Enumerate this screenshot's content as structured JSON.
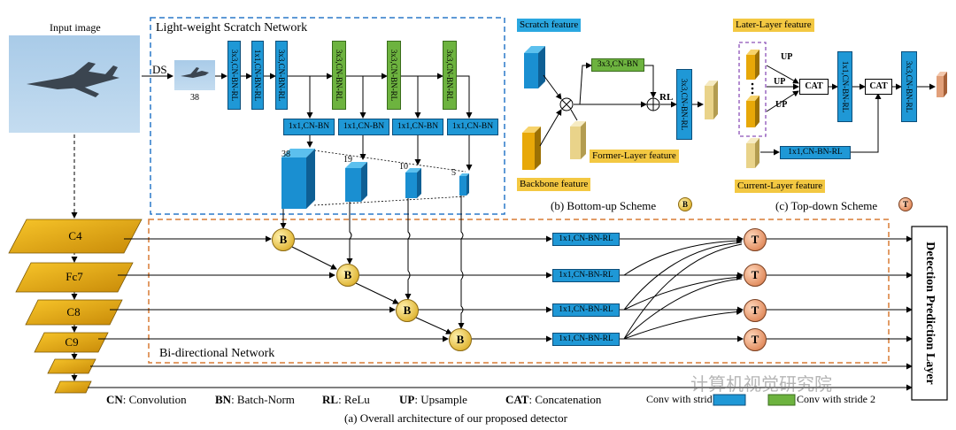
{
  "input_image": {
    "title": "Input image"
  },
  "ds_label": "DS",
  "thumb_size": "38",
  "scratch_network": {
    "title": "Light-weight Scratch Network",
    "convs": [
      {
        "text": "3x3,CN-BN-RL",
        "kind": "blue"
      },
      {
        "text": "1x1,CN-BN-RL",
        "kind": "blue"
      },
      {
        "text": "3x3,CN-BN-RL",
        "kind": "blue"
      },
      {
        "text": "3x3,CN-BN-RL",
        "kind": "green"
      },
      {
        "text": "3x3,CN-BN-RL",
        "kind": "green"
      },
      {
        "text": "3x3,CN-BN-RL",
        "kind": "green"
      }
    ],
    "heads": [
      "1x1,CN-BN",
      "1x1,CN-BN",
      "1x1,CN-BN",
      "1x1,CN-BN"
    ],
    "sizes": [
      "38",
      "19",
      "10",
      "5"
    ]
  },
  "backbone": [
    "C4",
    "Fc7",
    "C8",
    "C9"
  ],
  "bidirectional": {
    "title": "Bi-directional Network",
    "b_label": "B",
    "t_label": "T",
    "reduce_conv": "1x1,CN-BN-RL"
  },
  "detection_label": "Detection Prediction Layer",
  "bottom_up": {
    "scratch_feature": "Scratch feature",
    "conv_top": "3x3,CN-BN",
    "rl": "RL",
    "conv_right": "3x3,CN-BN-RL",
    "former_feature": "Former-Layer feature",
    "backbone_feature": "Backbone feature",
    "caption": "(b) Bottom-up Scheme",
    "badge": "B"
  },
  "top_down": {
    "later_feature": "Later-Layer feature",
    "up": [
      "UP",
      "UP",
      "UP"
    ],
    "cat": [
      "CAT",
      "CAT"
    ],
    "conv_mid": "1x1,CN-BN-RL",
    "conv_right": "3x3,CN-BN-RL",
    "conv_current": "1x1,CN-BN-RL",
    "current_feature": "Current-Layer feature",
    "caption": "(c) Top-down Scheme",
    "badge": "T"
  },
  "legend": {
    "items": [
      {
        "key": "CN",
        "value": ": Convolution"
      },
      {
        "key": "BN",
        "value": ": Batch-Norm"
      },
      {
        "key": "RL",
        "value": ": ReLu"
      },
      {
        "key": "UP",
        "value": ": Upsample"
      },
      {
        "key": "CAT",
        "value": ": Concatenation"
      }
    ],
    "stride1": "Conv with stride 1",
    "stride2": "Conv with stride 2"
  },
  "watermark": "计算机视觉研究院",
  "caption": "(a) Overall architecture of our proposed detector",
  "colors": {
    "blue": "#1f98d6",
    "green": "#6db33f",
    "yellow": "#f3c842",
    "gold": "#e4a90b",
    "orange_dash": "#d97b35",
    "blue_dash": "#2a78c8"
  }
}
